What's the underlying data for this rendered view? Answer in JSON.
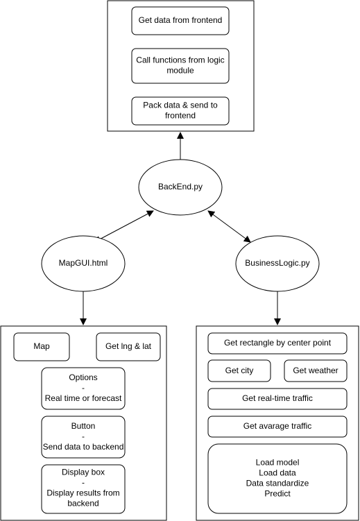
{
  "backend_panel": {
    "steps": [
      "Get data from frontend",
      "Call functions from logic\nmodule",
      "Pack data & send to\nfrontend"
    ]
  },
  "nodes": {
    "backend": "BackEnd.py",
    "mapgui": "MapGUI.html",
    "business": "BusinessLogic.py"
  },
  "frontend_panel": {
    "map": "Map",
    "get_lng_lat": "Get lng & lat",
    "options": "Options\n-\nReal time or forecast",
    "button": "Button\n-\nSend data to backend",
    "display_box": "Display box\n-\nDisplay results from\nbackend"
  },
  "logic_panel": {
    "rectangle": "Get rectangle by center point",
    "city": "Get city",
    "weather": "Get weather",
    "realtime_traffic": "Get real-time traffic",
    "average_traffic": "Get avarage traffic",
    "model_steps": "Load model\nLoad data\nData standardize\nPredict"
  },
  "colors": {
    "stroke": "#000000",
    "fill": "#ffffff"
  }
}
